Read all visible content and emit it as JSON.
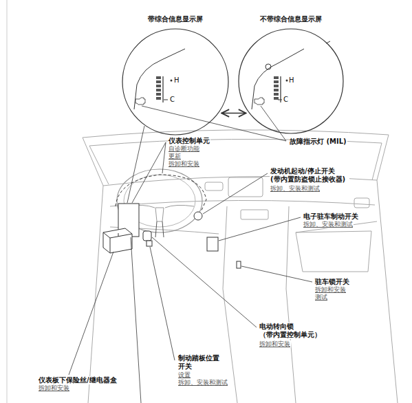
{
  "diagram": {
    "nodes": [
      {
        "text": [
          "带综合信息显示屏",
          "H",
          "C"
        ]
      },
      {
        "text": [
          "不带综合信息显示屏",
          "H",
          "C"
        ]
      }
    ],
    "edges": [
      {
        "from": 0,
        "to": 1,
        "arrow": "both"
      }
    ],
    "labels": [
      "故障指示灯 (MIL)",
      "仪表控制单元",
      "自诊断功能",
      "更新",
      "拆卸和安装",
      "发动机起动/停止开关 (带内置防盗锁止接收器)",
      "拆卸、安装和测试",
      "电子驻车制动开关",
      "拆卸、安装和测试",
      "驻车锁开关",
      "拆卸和安装",
      "测试",
      "电动转向锁 （带内置控制单元）",
      "拆卸和安装",
      "制动踏板位置 开关",
      "设置",
      "拆卸、安装和测试",
      "仪表板下保险丝/继电器盒",
      "拆卸和安装"
    ]
  }
}
